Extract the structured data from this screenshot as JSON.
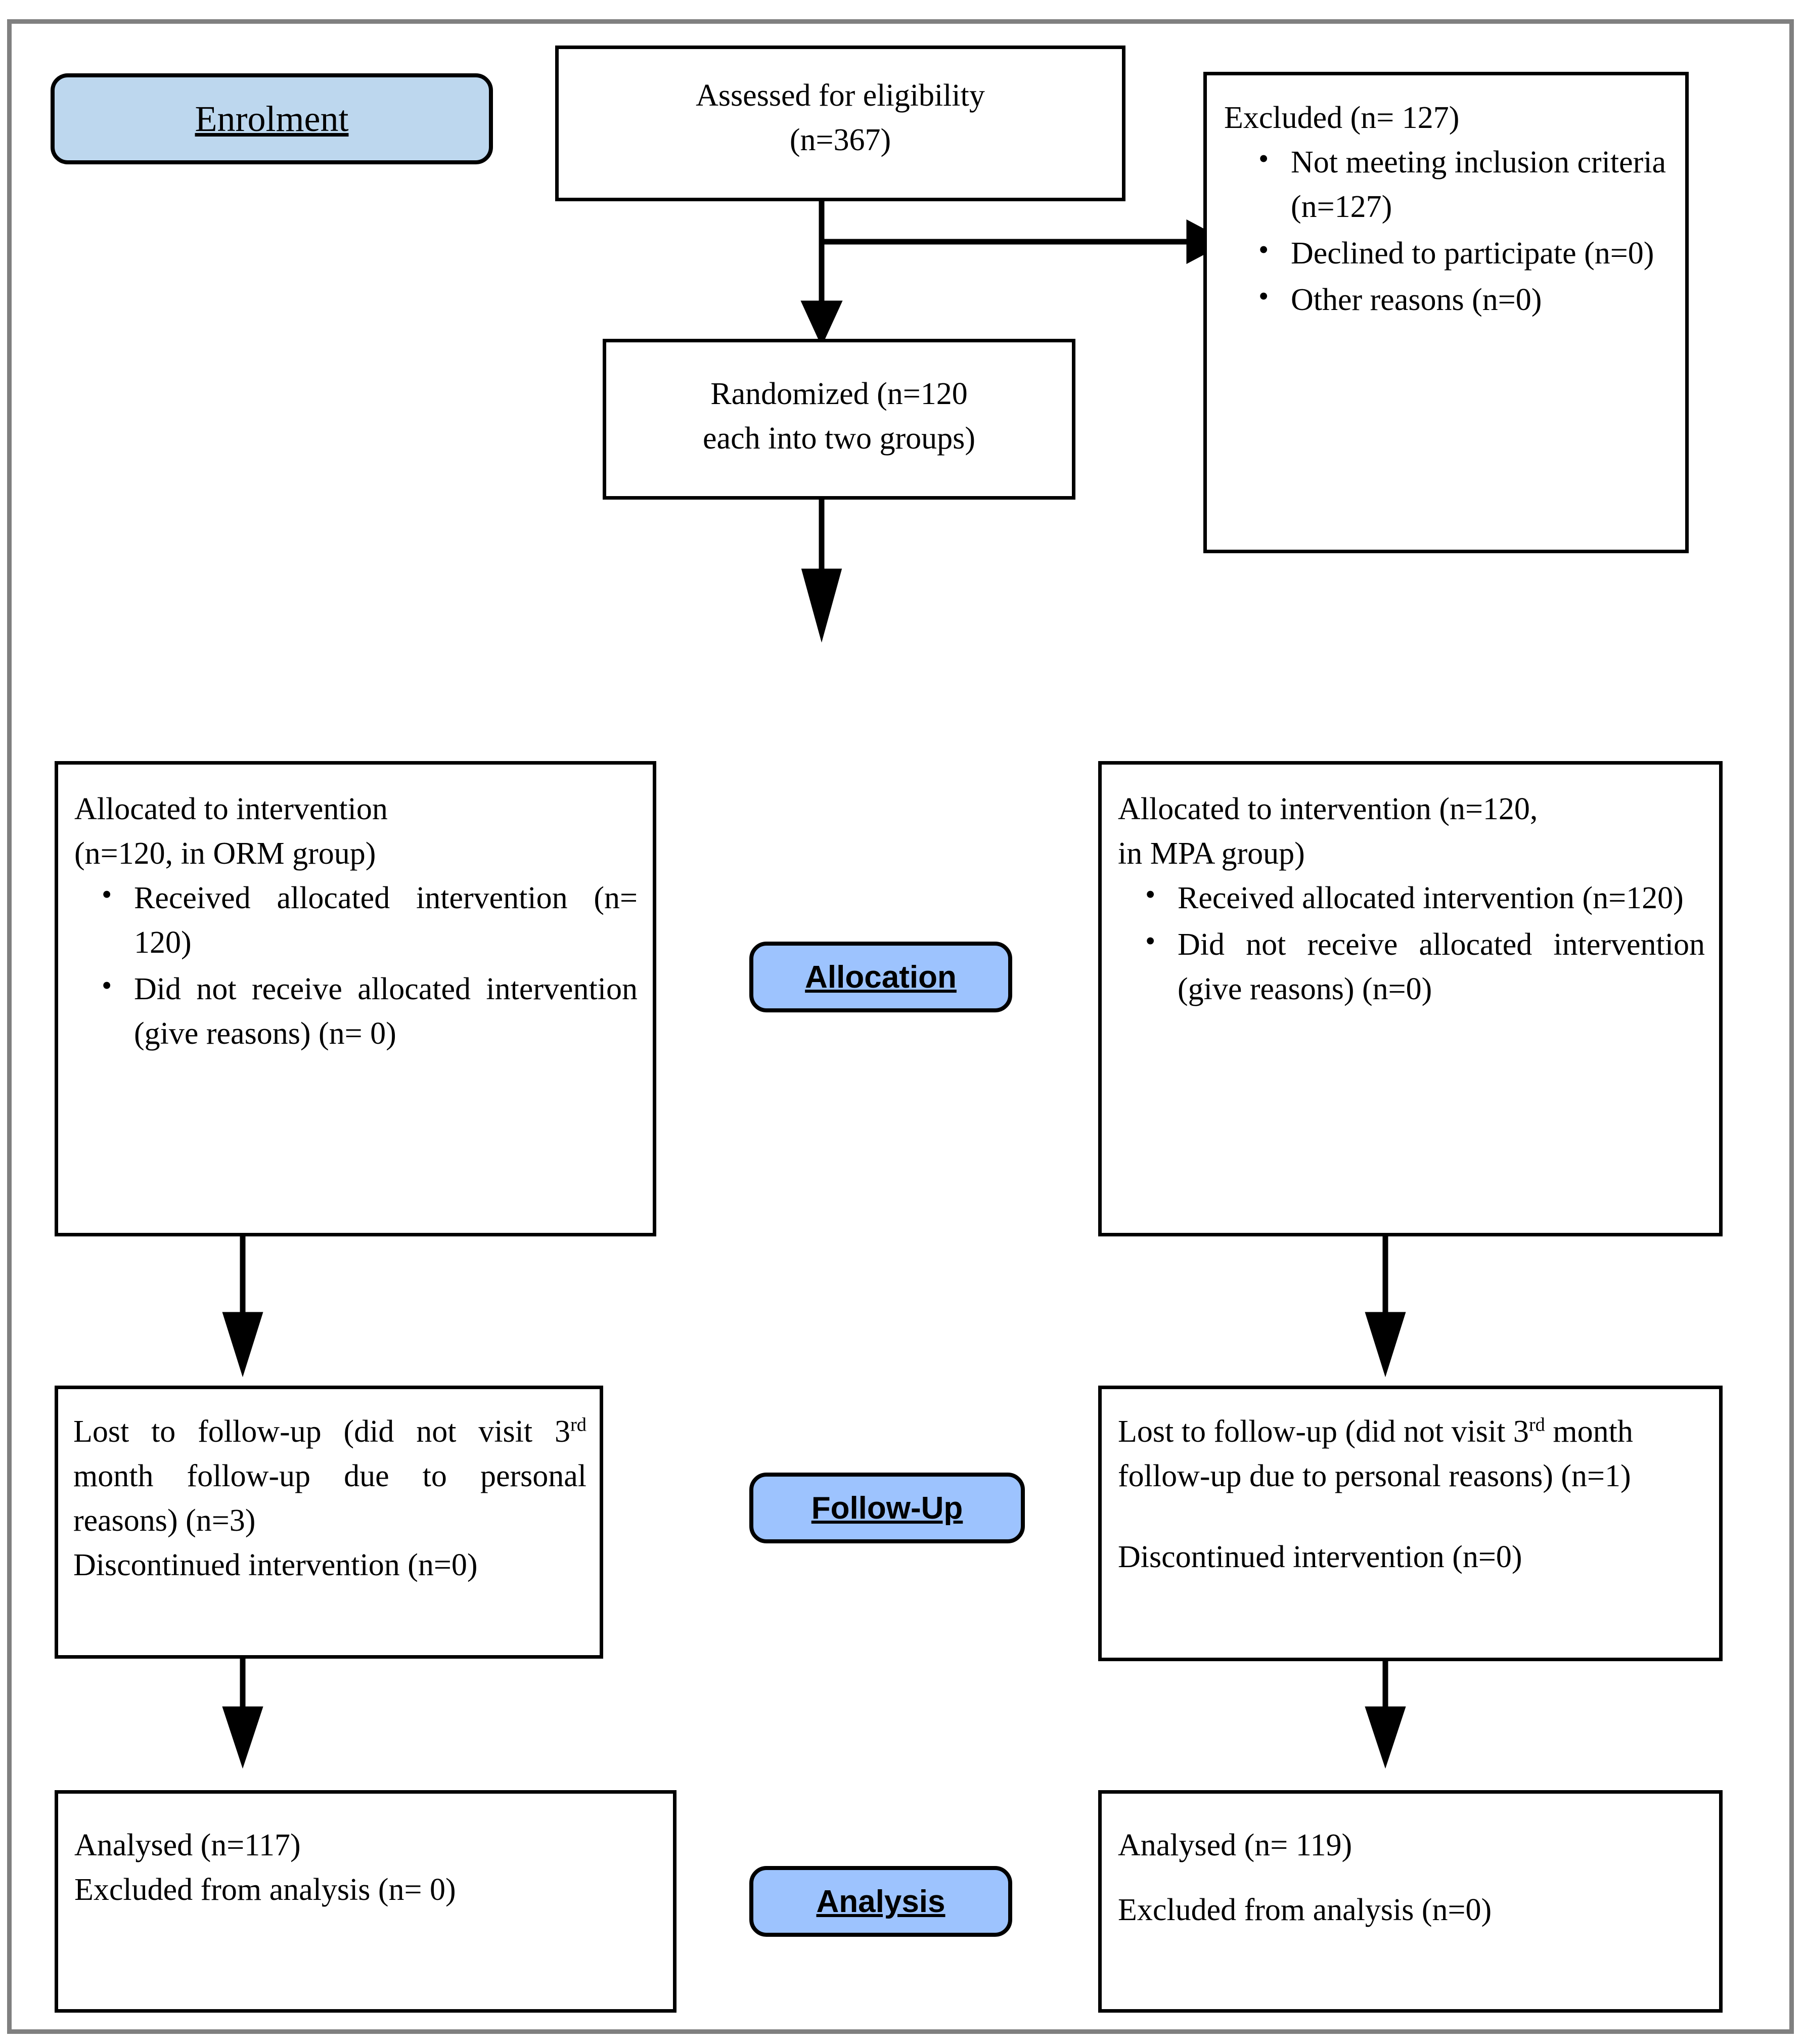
{
  "diagram": {
    "type": "consort-flow-diagram",
    "accent_blue_light": "#bdd7ee",
    "accent_blue": "#9dc3fe",
    "frame_color": "#808080"
  },
  "stages": {
    "enrolment": "Enrolment",
    "allocation": "Allocation",
    "follow_up": "Follow-Up",
    "analysis": "Analysis"
  },
  "enrolment": {
    "assessed": {
      "line1": "Assessed for eligibility",
      "line2": "(n=367)"
    },
    "excluded": {
      "heading": "Excluded (n= 127)",
      "reasons": [
        "Not meeting inclusion criteria (n=127)",
        "Declined to participate (n=0)",
        "Other reasons (n=0)"
      ]
    },
    "randomized": {
      "line1": "Randomized (n=120",
      "line2": "each into two groups)"
    }
  },
  "allocation": {
    "left": {
      "heading_line1": "Allocated to intervention",
      "heading_line2": "(n=120, in ORM group)",
      "bullets": [
        "Received allocated intervention (n= 120)",
        "Did not receive allocated intervention (give reasons) (n= 0)"
      ]
    },
    "right": {
      "heading_line1": "Allocated to intervention (n=120,",
      "heading_line2": "in MPA group)",
      "bullets": [
        "Received allocated intervention (n=120)",
        "Did not receive allocated intervention (give reasons) (n=0)"
      ]
    }
  },
  "follow_up": {
    "left": {
      "lost_prefix": "Lost to follow-up (did not visit 3",
      "lost_sup": "rd",
      "lost_suffix": " month follow-up due to personal reasons) (n=3)",
      "discontinued": "Discontinued intervention (n=0)"
    },
    "right": {
      "lost_prefix": "Lost to follow-up (did not visit 3",
      "lost_sup": "rd",
      "lost_suffix": " month follow-up due to personal reasons) (n=1)",
      "discontinued": "Discontinued intervention (n=0)"
    }
  },
  "analysis": {
    "left": {
      "analysed": "Analysed (n=117)",
      "excluded": "Excluded from analysis (n= 0)"
    },
    "right": {
      "analysed": "Analysed (n= 119)",
      "excluded": " Excluded from analysis (n=0)"
    }
  }
}
